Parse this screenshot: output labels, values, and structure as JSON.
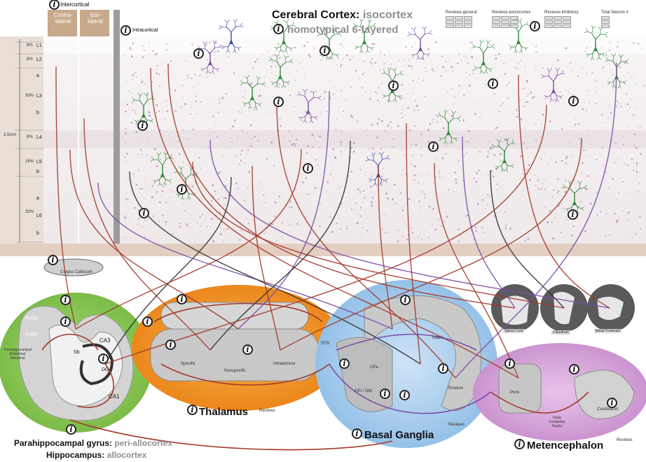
{
  "header": {
    "cortex_title": "Cerebral Cortex:",
    "cortex_type": "isocortex",
    "cortex_subtitle": "homotypical 6-layered",
    "intercortical": "Intercortical",
    "intracortical": "Intracortical",
    "contralateral": "Contra-\nlateral",
    "ipsilateral": "Ipsi-\nlateral"
  },
  "reviews_header": {
    "general": "Reviews-general",
    "koniocortex": "Reviews-koniocortex",
    "inhibitory": "Reviews-inhibitory",
    "total": "Total Neuron #"
  },
  "layers": {
    "L1": "L1",
    "L2": "L2",
    "L3": "L3",
    "L4": "L4",
    "L5": "L5",
    "L6": "L6",
    "a": "a",
    "b": "b",
    "p_l1": "8%",
    "p_l2": "8%",
    "p_l3": "30%",
    "p_l4": "8%",
    "p_l5": "16%",
    "p_l6": "32%",
    "thickness": "2.5mm"
  },
  "regions": {
    "corpus_callosum": "Corpus Callosum",
    "thalamus": "Thalamus",
    "basal_ganglia": "Basal Ganglia",
    "metencephalon": "Metencephalon",
    "parahippocampal": "Parahippocampal gyrus:",
    "parahippocampal_type": "peri-allocortex",
    "hippocampus": "Hippocampus:",
    "hippocampus_type": "allocortex",
    "reviews": "Reviews"
  },
  "hippo_labels": {
    "ph23": "PH23",
    "ph56": "PH56",
    "ca3": "CA3",
    "sb": "Sb",
    "dg": "DG",
    "ca1": "CA1",
    "entorhinal": "Parahippocampal Entorhinal Perirhinal"
  },
  "thal_labels": {
    "specific": "Specific",
    "nonspecific": "Nonspecific",
    "intralaminar": "Intralaminar"
  },
  "bg_labels": {
    "matrix": "Matrix",
    "gpe": "GPe",
    "gpi": "GPi / SNr",
    "stn": "STN",
    "striatum": "Striatum"
  },
  "met_labels": {
    "pons": "Pons",
    "deep_nuclei": "Deep Cerebellar Nuclei",
    "cerebellum": "Cerebellum"
  },
  "grey_labels": {
    "spinal": "Spinal Cord",
    "claustrum": "Claustrum",
    "basal_forebrain": "Basal Forebrain"
  },
  "colors": {
    "pyramidal": "#2e8b3a",
    "axon": "#a33a2a",
    "inhibitory": "#7a4ea8",
    "interneuron": "#3a4aa8",
    "thalamus": "#f0972e",
    "basal_ganglia": "#a9cdec",
    "hippocampus": "#8fcc58",
    "metencephalon": "#d9a8dd"
  }
}
